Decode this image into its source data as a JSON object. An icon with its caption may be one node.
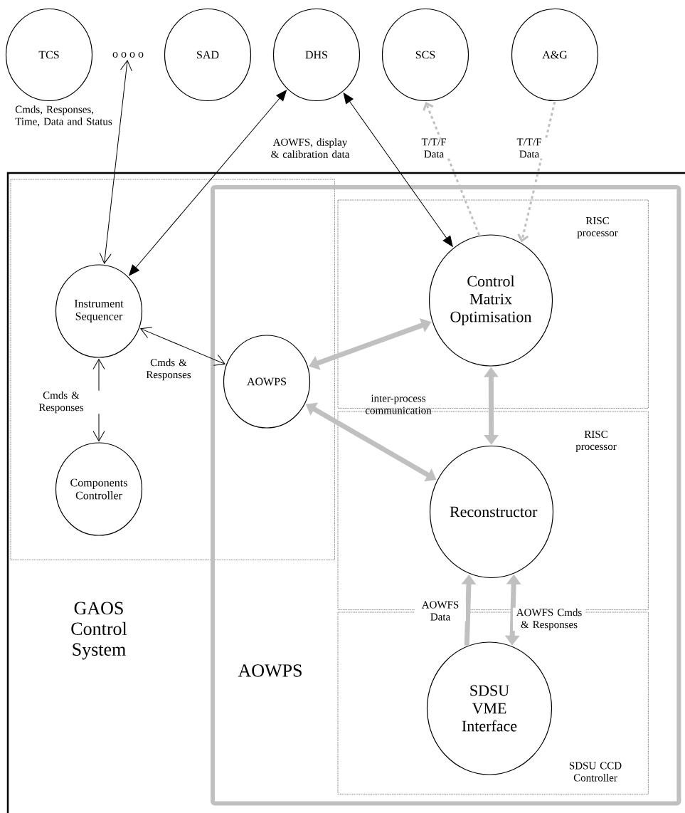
{
  "diagram": {
    "nodes": [
      {
        "text": [
          "TCS"
        ]
      },
      {
        "text": [
          "SAD"
        ]
      },
      {
        "text": [
          "DHS"
        ]
      },
      {
        "text": [
          "SCS"
        ]
      },
      {
        "text": [
          "A&G"
        ]
      },
      {
        "text": [
          "o o o o"
        ]
      },
      {
        "text": [
          "GAOS Control System"
        ]
      },
      {
        "text": [],
        "shape": "box",
        "in": 6
      },
      {
        "text": [
          "Instrument Sequencer"
        ],
        "in": 7
      },
      {
        "text": [
          "Components Controller"
        ],
        "in": 7
      },
      {
        "text": [
          "AOWPS"
        ],
        "in": 6
      },
      {
        "text": [
          "AOWPS"
        ]
      },
      {
        "text": [
          "RISC processor"
        ],
        "in": 10
      },
      {
        "text": [
          "Control Matrix Optimisation"
        ],
        "in": 12
      },
      {
        "text": [
          "RISC processor"
        ],
        "in": 10
      },
      {
        "text": [
          "Reconstructor"
        ],
        "in": 14
      },
      {
        "text": [
          "SDSU CCD Controller"
        ],
        "in": 10
      },
      {
        "text": [
          "SDSU VME Interface"
        ],
        "in": 16
      }
    ],
    "edges": [
      {
        "from": 5,
        "to": 8,
        "arrow": "both",
        "color": "#000000",
        "label": "Cmds, Responses, Time, Data and Status"
      },
      {
        "from": 2,
        "to": 8,
        "arrow": "both",
        "color": "#000000",
        "label": "AOWFS, display & calibration data"
      },
      {
        "from": 2,
        "to": 13,
        "arrow": "both",
        "color": "#000000"
      },
      {
        "from": 13,
        "to": 3,
        "arrow": "to",
        "style": "dashed",
        "color": "#c0c0c0",
        "label": "T/T/F Data"
      },
      {
        "from": 4,
        "to": 13,
        "arrow": "to",
        "style": "dashed",
        "color": "#c0c0c0",
        "label": "T/T/F Data"
      },
      {
        "from": 8,
        "to": 11,
        "arrow": "both",
        "color": "#000000",
        "label": "Cmds & Responses"
      },
      {
        "from": 8,
        "to": 9,
        "arrow": "both",
        "color": "#000000",
        "label": "Cmds & Responses"
      },
      {
        "from": 11,
        "to": 13,
        "arrow": "both",
        "style": "thick",
        "color": "#c0c0c0"
      },
      {
        "from": 11,
        "to": 15,
        "arrow": "both",
        "style": "thick",
        "color": "#c0c0c0"
      },
      {
        "from": 13,
        "to": 15,
        "arrow": "both",
        "style": "thick",
        "color": "#c0c0c0"
      },
      {
        "from": 17,
        "to": 15,
        "arrow": "to",
        "style": "thick",
        "color": "#c0c0c0",
        "label": "AOWFS Data"
      },
      {
        "from": 15,
        "to": 17,
        "arrow": "both",
        "style": "thick",
        "color": "#c0c0c0",
        "label": "AOWFS Cmds & Responses"
      }
    ],
    "labels": [
      "inter-process communication"
    ]
  }
}
